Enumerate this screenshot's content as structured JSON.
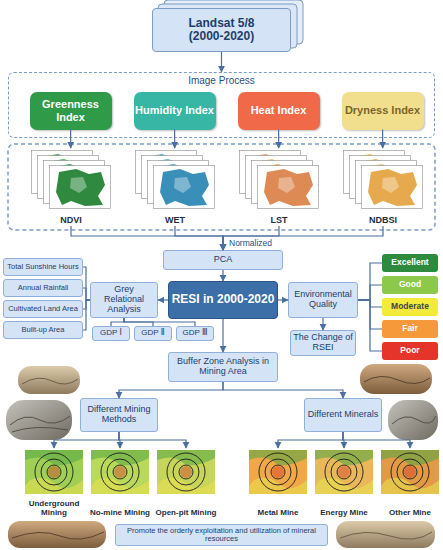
{
  "diagram": {
    "nodes": [
      {
        "text": [
          "Landsat 5/8 (2000-2020)"
        ]
      },
      {
        "text": [
          "Image Process"
        ]
      },
      {
        "text": [
          "Greenness Index"
        ],
        "in": 1
      },
      {
        "text": [
          "Humidity Index"
        ],
        "in": 1
      },
      {
        "text": [
          "Heat Index"
        ],
        "in": 1
      },
      {
        "text": [
          "Dryness Index"
        ],
        "in": 1
      },
      {
        "text": [
          "NDVI"
        ]
      },
      {
        "text": [
          "WET"
        ]
      },
      {
        "text": [
          "LST"
        ]
      },
      {
        "text": [
          "NDBSI"
        ]
      },
      {
        "text": [
          "PCA"
        ]
      },
      {
        "text": [
          "Total Sunshine Hours"
        ]
      },
      {
        "text": [
          "Annual Rainfall"
        ]
      },
      {
        "text": [
          "Cultivated Land Area"
        ]
      },
      {
        "text": [
          "Built-up Area"
        ]
      },
      {
        "text": [
          "GDP Ⅰ"
        ]
      },
      {
        "text": [
          "GDP Ⅱ"
        ]
      },
      {
        "text": [
          "GDP Ⅲ"
        ]
      },
      {
        "text": [
          "Grey Relational Analysis"
        ]
      },
      {
        "text": [
          "RESI in 2000-2020"
        ]
      },
      {
        "text": [
          "Environmental Quality"
        ]
      },
      {
        "text": [
          "Excellent"
        ]
      },
      {
        "text": [
          "Good"
        ]
      },
      {
        "text": [
          "Moderate"
        ]
      },
      {
        "text": [
          "Fair"
        ]
      },
      {
        "text": [
          "Poor"
        ]
      },
      {
        "text": [
          "The Change of RSEI"
        ]
      },
      {
        "text": [
          "Buffer Zone Analysis in Mining Area"
        ]
      },
      {
        "text": [
          "Different Mining Methods"
        ]
      },
      {
        "text": [
          "Different Minerals"
        ]
      },
      {
        "text": [
          "Underground Mining"
        ]
      },
      {
        "text": [
          "No-mine Mining"
        ]
      },
      {
        "text": [
          "Open-pit Mining"
        ]
      },
      {
        "text": [
          "Metal Mine"
        ]
      },
      {
        "text": [
          "Energy Mine"
        ]
      },
      {
        "text": [
          "Other Mine"
        ]
      },
      {
        "text": [
          "Promote the orderly exploitation and utilization of mineral resources"
        ]
      }
    ],
    "edges": [
      {
        "from": 0,
        "to": 1,
        "arrow": "to"
      },
      {
        "from": 2,
        "to": 6,
        "arrow": "to"
      },
      {
        "from": 3,
        "to": 7,
        "arrow": "to"
      },
      {
        "from": 4,
        "to": 8,
        "arrow": "to"
      },
      {
        "from": 5,
        "to": 9,
        "arrow": "to"
      },
      {
        "from": 6,
        "to": 10,
        "arrow": "to"
      },
      {
        "from": 7,
        "to": 10,
        "arrow": "to"
      },
      {
        "from": 8,
        "to": 10,
        "arrow": "to"
      },
      {
        "from": 9,
        "to": 10,
        "arrow": "to"
      },
      {
        "from": 10,
        "to": 19,
        "arrow": "to"
      },
      {
        "from": 19,
        "to": 18,
        "arrow": "to"
      },
      {
        "from": 19,
        "to": 20,
        "arrow": "to"
      },
      {
        "from": 11,
        "to": 18,
        "arrow": "none"
      },
      {
        "from": 12,
        "to": 18,
        "arrow": "none"
      },
      {
        "from": 13,
        "to": 18,
        "arrow": "none"
      },
      {
        "from": 14,
        "to": 18,
        "arrow": "none"
      },
      {
        "from": 15,
        "to": 18,
        "arrow": "none"
      },
      {
        "from": 16,
        "to": 18,
        "arrow": "none"
      },
      {
        "from": 17,
        "to": 18,
        "arrow": "none"
      },
      {
        "from": 20,
        "to": 21,
        "arrow": "none"
      },
      {
        "from": 20,
        "to": 22,
        "arrow": "none"
      },
      {
        "from": 20,
        "to": 23,
        "arrow": "none"
      },
      {
        "from": 20,
        "to": 24,
        "arrow": "none"
      },
      {
        "from": 20,
        "to": 25,
        "arrow": "none"
      },
      {
        "from": 20,
        "to": 26,
        "arrow": "to"
      },
      {
        "from": 19,
        "to": 27,
        "arrow": "to"
      },
      {
        "from": 27,
        "to": 28,
        "arrow": "to"
      },
      {
        "from": 27,
        "to": 29,
        "arrow": "to"
      },
      {
        "from": 28,
        "to": 30,
        "arrow": "to"
      },
      {
        "from": 28,
        "to": 31,
        "arrow": "to"
      },
      {
        "from": 28,
        "to": 32,
        "arrow": "to"
      },
      {
        "from": 29,
        "to": 33,
        "arrow": "to"
      },
      {
        "from": 29,
        "to": 34,
        "arrow": "to"
      },
      {
        "from": 29,
        "to": 35,
        "arrow": "to"
      }
    ],
    "labels": [
      "Normalized"
    ]
  }
}
